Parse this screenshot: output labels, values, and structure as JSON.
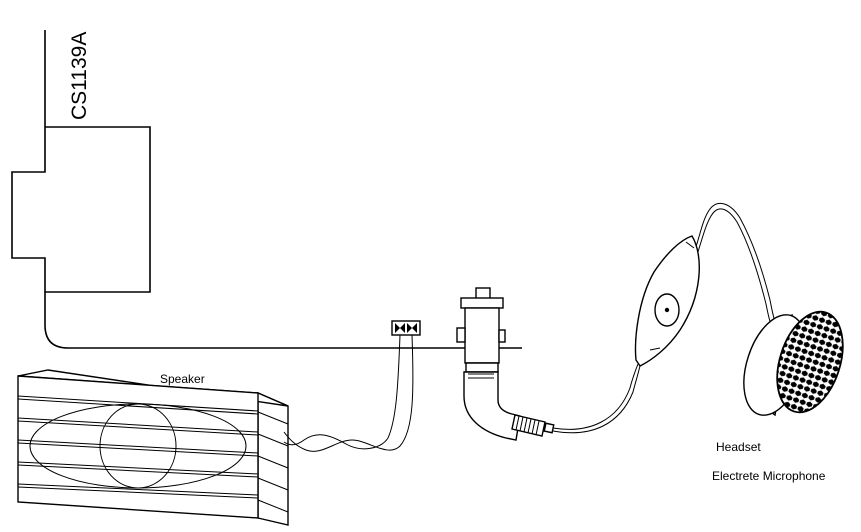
{
  "labels": {
    "board": "CS1139A",
    "speaker": "Speaker",
    "headset": "Headset",
    "microphone": "Electrete Microphone"
  }
}
